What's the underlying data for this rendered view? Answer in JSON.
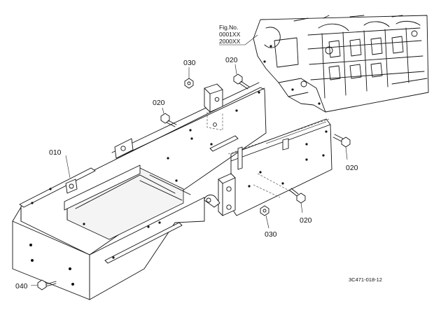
{
  "figure_ref": {
    "line1": "Fig.No.",
    "line2": "0001XX",
    "line3": "2000XX"
  },
  "callouts": {
    "c010": "010",
    "c020_top": "020",
    "c020_left": "020",
    "c020_right": "020",
    "c020_lower": "020",
    "c030_top": "030",
    "c030_lower": "030",
    "c040": "040"
  },
  "drawing_code": "3C471-018-12",
  "icons": [
    "engine-block",
    "frame-rail",
    "bracket-plate",
    "bolt",
    "nut",
    "bushing-block"
  ]
}
